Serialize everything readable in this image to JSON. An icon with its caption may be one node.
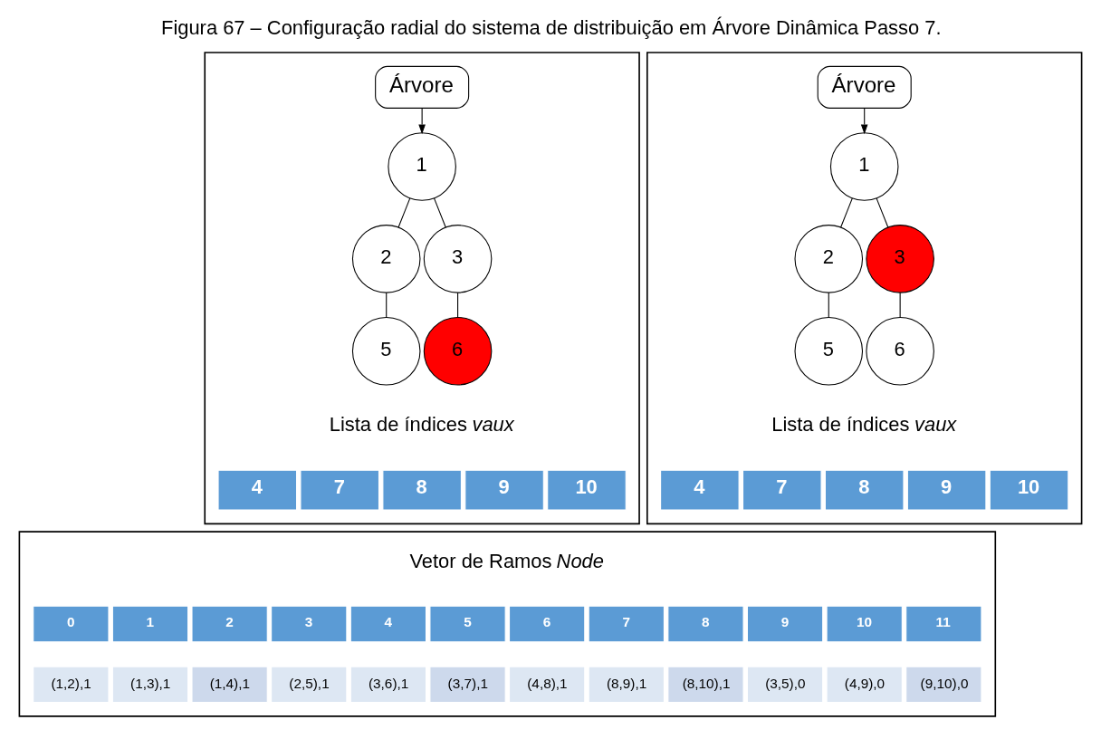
{
  "diagram": {
    "title": "Figura 67 – Configuração radial do sistema de distribuição em Árvore Dinâmica Passo 7.",
    "nodes": [
      {
        "text": [],
        "shape": "box"
      },
      {
        "text": [
          "Árvore"
        ],
        "in": 0
      },
      {
        "text": [
          "1"
        ],
        "in": 0
      },
      {
        "text": [
          "2"
        ],
        "in": 0
      },
      {
        "text": [
          "3"
        ],
        "in": 0
      },
      {
        "text": [
          "5"
        ],
        "in": 0
      },
      {
        "text": [
          "6"
        ],
        "in": 0
      },
      {
        "text": [
          "4"
        ],
        "in": 0
      },
      {
        "text": [
          "7"
        ],
        "in": 0
      },
      {
        "text": [
          "8"
        ],
        "in": 0
      },
      {
        "text": [
          "9"
        ],
        "in": 0
      },
      {
        "text": [
          "10"
        ],
        "in": 0
      },
      {
        "text": [],
        "shape": "box"
      },
      {
        "text": [
          "Árvore"
        ],
        "in": 12
      },
      {
        "text": [
          "1"
        ],
        "in": 12
      },
      {
        "text": [
          "2"
        ],
        "in": 12
      },
      {
        "text": [
          "3"
        ],
        "in": 12
      },
      {
        "text": [
          "5"
        ],
        "in": 12
      },
      {
        "text": [
          "6"
        ],
        "in": 12
      },
      {
        "text": [
          "4"
        ],
        "in": 12
      },
      {
        "text": [
          "7"
        ],
        "in": 12
      },
      {
        "text": [
          "8"
        ],
        "in": 12
      },
      {
        "text": [
          "9"
        ],
        "in": 12
      },
      {
        "text": [
          "10"
        ],
        "in": 12
      },
      {
        "text": [],
        "shape": "box"
      },
      {
        "text": [
          "0"
        ],
        "in": 24
      },
      {
        "text": [
          "1"
        ],
        "in": 24
      },
      {
        "text": [
          "2"
        ],
        "in": 24
      },
      {
        "text": [
          "3"
        ],
        "in": 24
      },
      {
        "text": [
          "4"
        ],
        "in": 24
      },
      {
        "text": [
          "5"
        ],
        "in": 24
      },
      {
        "text": [
          "6"
        ],
        "in": 24
      },
      {
        "text": [
          "7"
        ],
        "in": 24
      },
      {
        "text": [
          "8"
        ],
        "in": 24
      },
      {
        "text": [
          "9"
        ],
        "in": 24
      },
      {
        "text": [
          "10"
        ],
        "in": 24
      },
      {
        "text": [
          "11"
        ],
        "in": 24
      },
      {
        "text": [
          "(1,2),1"
        ],
        "in": 24
      },
      {
        "text": [
          "(1,3),1"
        ],
        "in": 24
      },
      {
        "text": [
          "(1,4),1"
        ],
        "in": 24
      },
      {
        "text": [
          "(2,5),1"
        ],
        "in": 24
      },
      {
        "text": [
          "(3,6),1"
        ],
        "in": 24
      },
      {
        "text": [
          "(3,7),1"
        ],
        "in": 24
      },
      {
        "text": [
          "(4,8),1"
        ],
        "in": 24
      },
      {
        "text": [
          "(8,9),1"
        ],
        "in": 24
      },
      {
        "text": [
          "(8,10),1"
        ],
        "in": 24
      },
      {
        "text": [
          "(3,5),0"
        ],
        "in": 24
      },
      {
        "text": [
          "(4,9),0"
        ],
        "in": 24
      },
      {
        "text": [
          "(9,10),0"
        ],
        "in": 24
      }
    ],
    "edges": [
      {
        "from": 1,
        "to": 2,
        "arrow": "to"
      },
      {
        "from": 2,
        "to": 3,
        "arrow": "none"
      },
      {
        "from": 2,
        "to": 4,
        "arrow": "none"
      },
      {
        "from": 3,
        "to": 5,
        "arrow": "none"
      },
      {
        "from": 4,
        "to": 6,
        "arrow": "none"
      },
      {
        "from": 13,
        "to": 14,
        "arrow": "to"
      },
      {
        "from": 14,
        "to": 15,
        "arrow": "none"
      },
      {
        "from": 14,
        "to": 16,
        "arrow": "none"
      },
      {
        "from": 15,
        "to": 17,
        "arrow": "none"
      },
      {
        "from": 16,
        "to": 18,
        "arrow": "none"
      }
    ],
    "labels": [
      "Lista de índices *vaux*",
      "Lista de índices *vaux*",
      "Vetor de Ramos *Node*"
    ]
  }
}
